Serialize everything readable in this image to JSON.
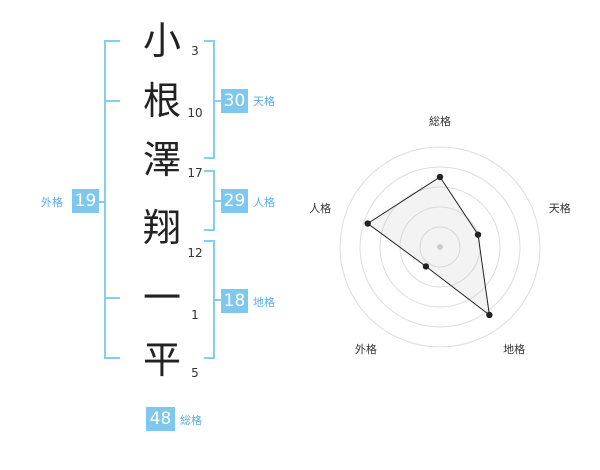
{
  "name": {
    "chars": [
      {
        "char": "小",
        "strokes": "3"
      },
      {
        "char": "根",
        "strokes": "10"
      },
      {
        "char": "澤",
        "strokes": "17"
      },
      {
        "char": "翔",
        "strokes": "12"
      },
      {
        "char": "一",
        "strokes": "1"
      },
      {
        "char": "平",
        "strokes": "5"
      }
    ]
  },
  "fortunes": {
    "tenkaku": {
      "label": "天格",
      "value": "30"
    },
    "jinkaku": {
      "label": "人格",
      "value": "29"
    },
    "chikaku": {
      "label": "地格",
      "value": "18"
    },
    "gaikaku": {
      "label": "外格",
      "value": "19"
    },
    "soukaku": {
      "label": "総格",
      "value": "48"
    }
  },
  "colors": {
    "accent": "#7ec8f0",
    "accent_text": "#5aaee6",
    "bracket": "#86cdf2"
  },
  "chart_data": {
    "type": "radar",
    "axes": [
      "総格",
      "天格",
      "地格",
      "外格",
      "人格"
    ],
    "values": [
      3.5,
      2.0,
      4.2,
      1.2,
      3.8
    ],
    "max": 5,
    "grid_rings": 5
  }
}
